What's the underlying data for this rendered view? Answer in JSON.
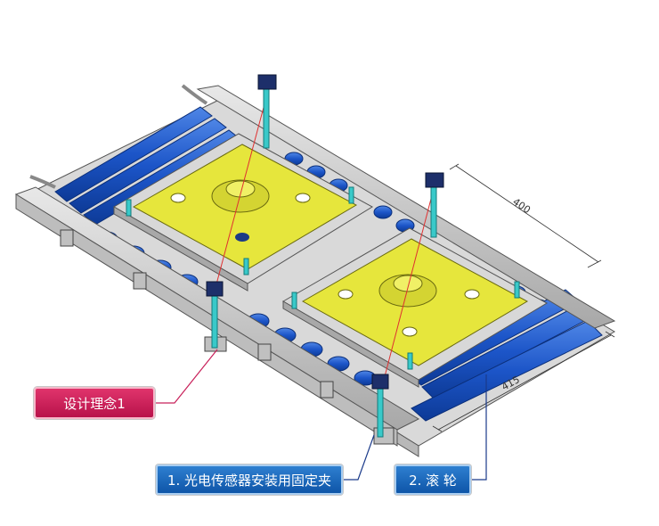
{
  "callouts": {
    "design_concept": "设计理念1",
    "sensor_bracket": "1. 光电传感器安装用固定夹",
    "roller": "2. 滚 轮"
  },
  "dimensions": {
    "length": "400",
    "width": "415"
  },
  "colors": {
    "roller_blue": "#1c55c8",
    "plate_yellow": "#e6e63c",
    "frame_gray": "#c8c8c8",
    "sensor_cyan": "#39c9c9",
    "callout_pink": "#c8205a",
    "callout_blue": "#1565b8"
  }
}
